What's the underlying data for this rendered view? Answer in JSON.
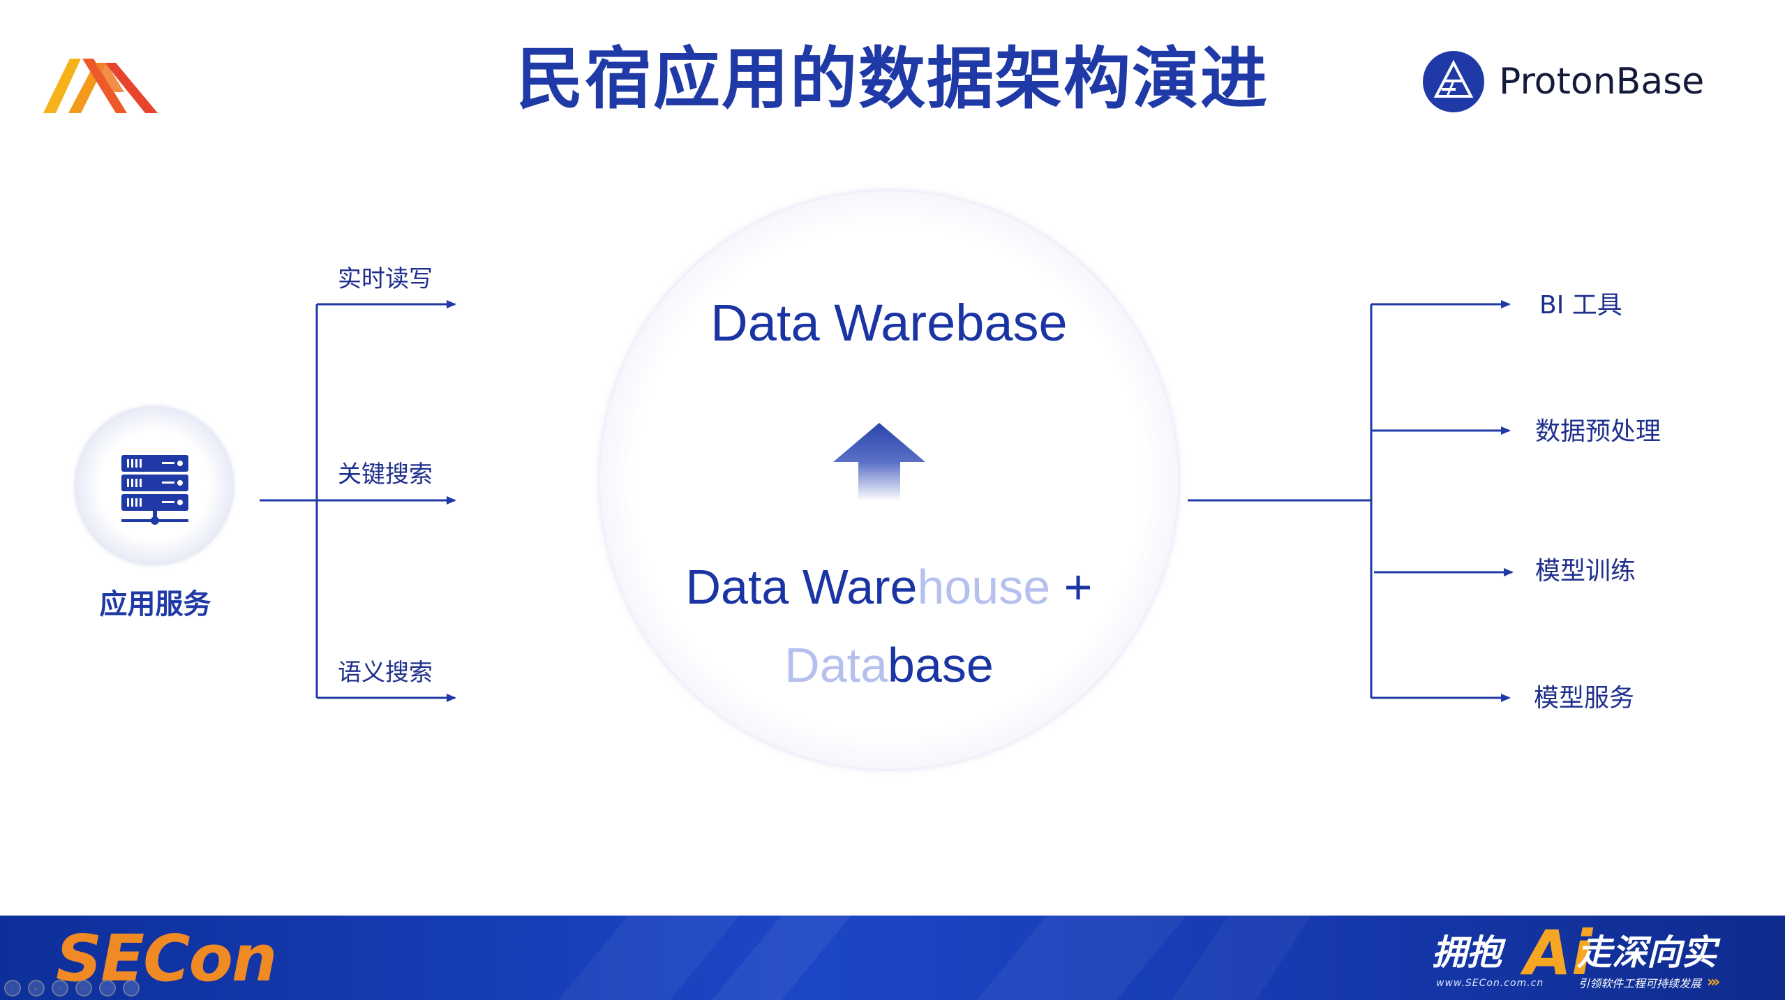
{
  "header": {
    "title": "民宿应用的数据架构演进",
    "brand_name": "ProtonBase"
  },
  "left": {
    "app_label": "应用服务",
    "branches": [
      "实时读写",
      "关键搜索",
      "语义搜索"
    ]
  },
  "core": {
    "title": "Data Warebase",
    "warehouse_solid": "Data Ware",
    "warehouse_faded": "house",
    "plus": " +",
    "database_faded": "Data",
    "database_solid": "base"
  },
  "right": {
    "outputs": [
      "BI 工具",
      "数据预处理",
      "模型训练",
      "模型服务"
    ]
  },
  "footer": {
    "logo": "SECon",
    "slogan_left": "拥抱",
    "slogan_ai": "Ai",
    "slogan_right": "走深向实",
    "url": "www.SECon.com.cn",
    "subtitle": "引领软件工程可持续发展",
    "chevrons": "›››"
  },
  "icons": {
    "left_logo": "mountain-logo-icon",
    "brand_logo": "protonbase-logo-icon",
    "server": "server-rack-icon",
    "up_arrow": "up-arrow-icon"
  },
  "colors": {
    "primary": "#1f39a6",
    "faded_text": "#b6c0ee",
    "footer_blue": "#1d46c6",
    "accent_orange": "#f08a24"
  }
}
